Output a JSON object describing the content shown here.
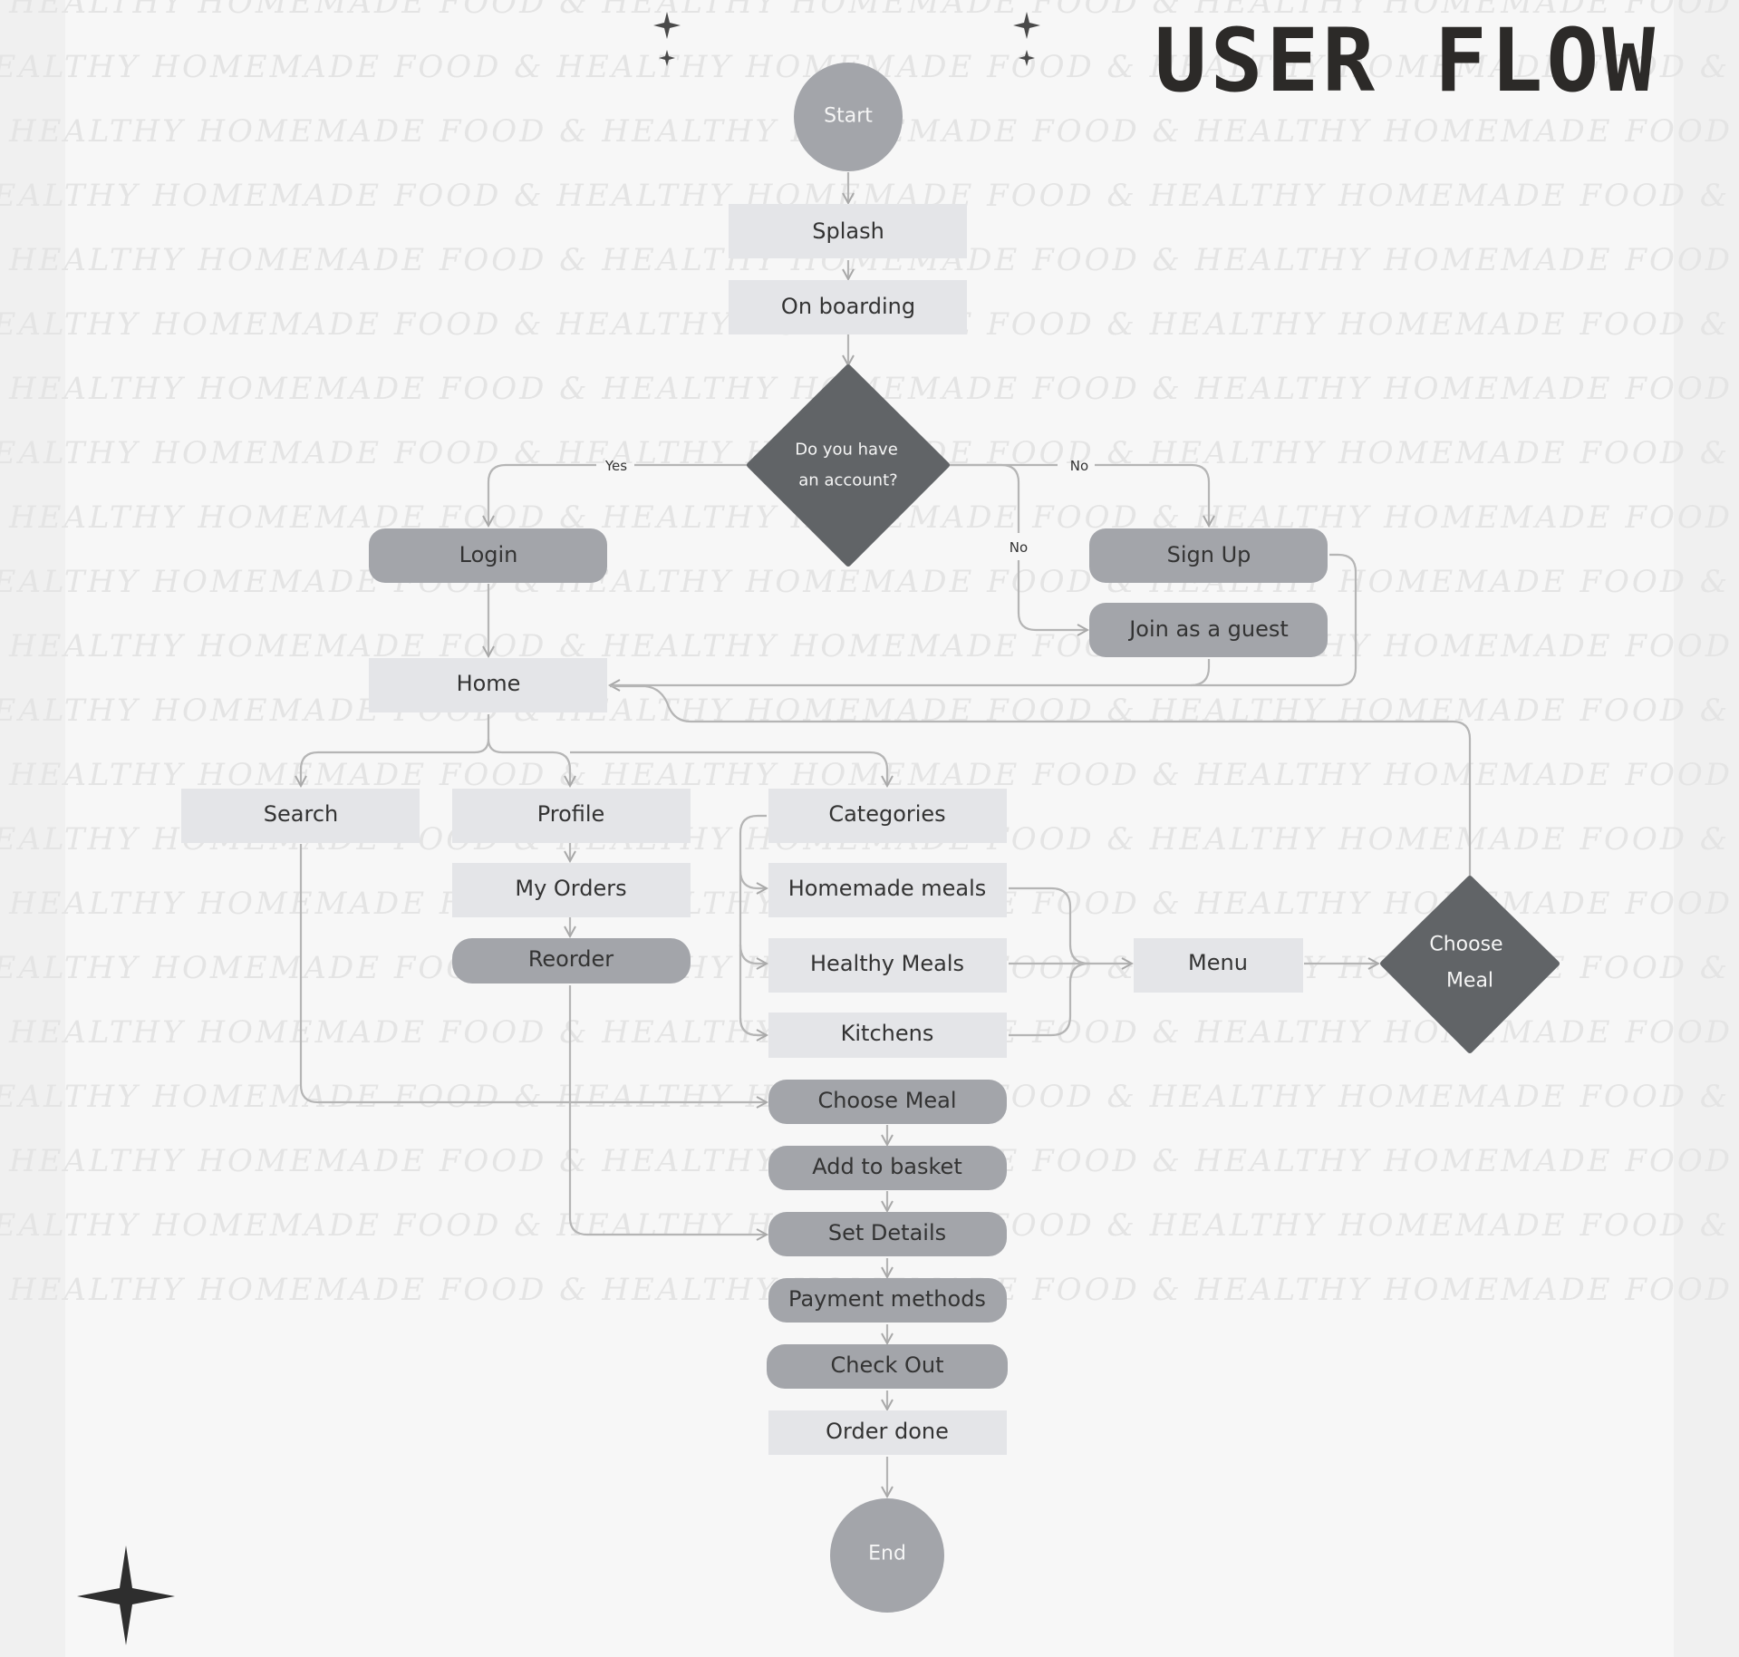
{
  "title": "USER FLOW",
  "watermark": "HEALTHY HOMEMADE FOOD &",
  "colors": {
    "page_bg": "#f0f0f0",
    "panel_bg": "#f7f7f7",
    "light_box": "#e4e5e8",
    "mid_box": "#a3a5aa",
    "dark": "#616467",
    "edge": "#b5b5b5",
    "text": "#333333"
  },
  "nodes": {
    "start": "Start",
    "splash": "Splash",
    "onboarding": "On boarding",
    "decision_account": [
      "Do you have",
      "an account?"
    ],
    "login": "Login",
    "signup": "Sign Up",
    "guest": "Join as a guest",
    "home": "Home",
    "search": "Search",
    "profile": "Profile",
    "my_orders": "My Orders",
    "reorder": "Reorder",
    "categories": "Categories",
    "homemade_meals": "Homemade meals",
    "healthy_meals": "Healthy Meals",
    "kitchens": "Kitchens",
    "menu": "Menu",
    "decision_choose_meal": [
      "Choose",
      "Meal"
    ],
    "choose_meal": "Choose Meal",
    "add_to_basket": "Add to basket",
    "set_details": "Set Details",
    "payment_methods": "Payment methods",
    "check_out": "Check Out",
    "order_done": "Order done",
    "end": "End"
  },
  "edge_labels": {
    "yes": "Yes",
    "no_signup": "No",
    "no_guest": "No"
  }
}
